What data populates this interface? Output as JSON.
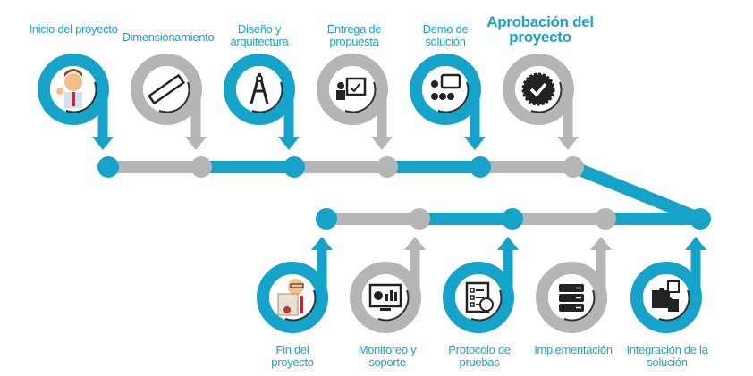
{
  "colors": {
    "blue": "#15a3c9",
    "gray": "#b5b5b5",
    "dark": "#222222"
  },
  "steps_top": [
    {
      "label": "Inicio del proyecto",
      "icon": "businessman-thumbs-up-icon",
      "color": "blue"
    },
    {
      "label": "Dimensionamiento",
      "icon": "ruler-icon",
      "color": "gray"
    },
    {
      "label": "Diseño y arquitectura",
      "icon": "compass-icon",
      "color": "blue"
    },
    {
      "label": "Entrega de propuesta",
      "icon": "presentation-icon",
      "color": "gray"
    },
    {
      "label": "Demo de solución",
      "icon": "demo-board-icon",
      "color": "blue"
    },
    {
      "label": "Aprobación del proyecto",
      "icon": "approval-badge-icon",
      "color": "gray"
    }
  ],
  "steps_bottom": [
    {
      "label": "Fin del proyecto",
      "icon": "businessman-certificate-icon",
      "color": "blue"
    },
    {
      "label": "Monitoreo y soporte",
      "icon": "monitor-chart-icon",
      "color": "gray"
    },
    {
      "label": "Protocolo de pruebas",
      "icon": "checklist-icon",
      "color": "blue"
    },
    {
      "label": "Implementación",
      "icon": "server-icon",
      "color": "gray"
    },
    {
      "label": "Integración de la solución",
      "icon": "puzzle-icon",
      "color": "blue"
    }
  ]
}
